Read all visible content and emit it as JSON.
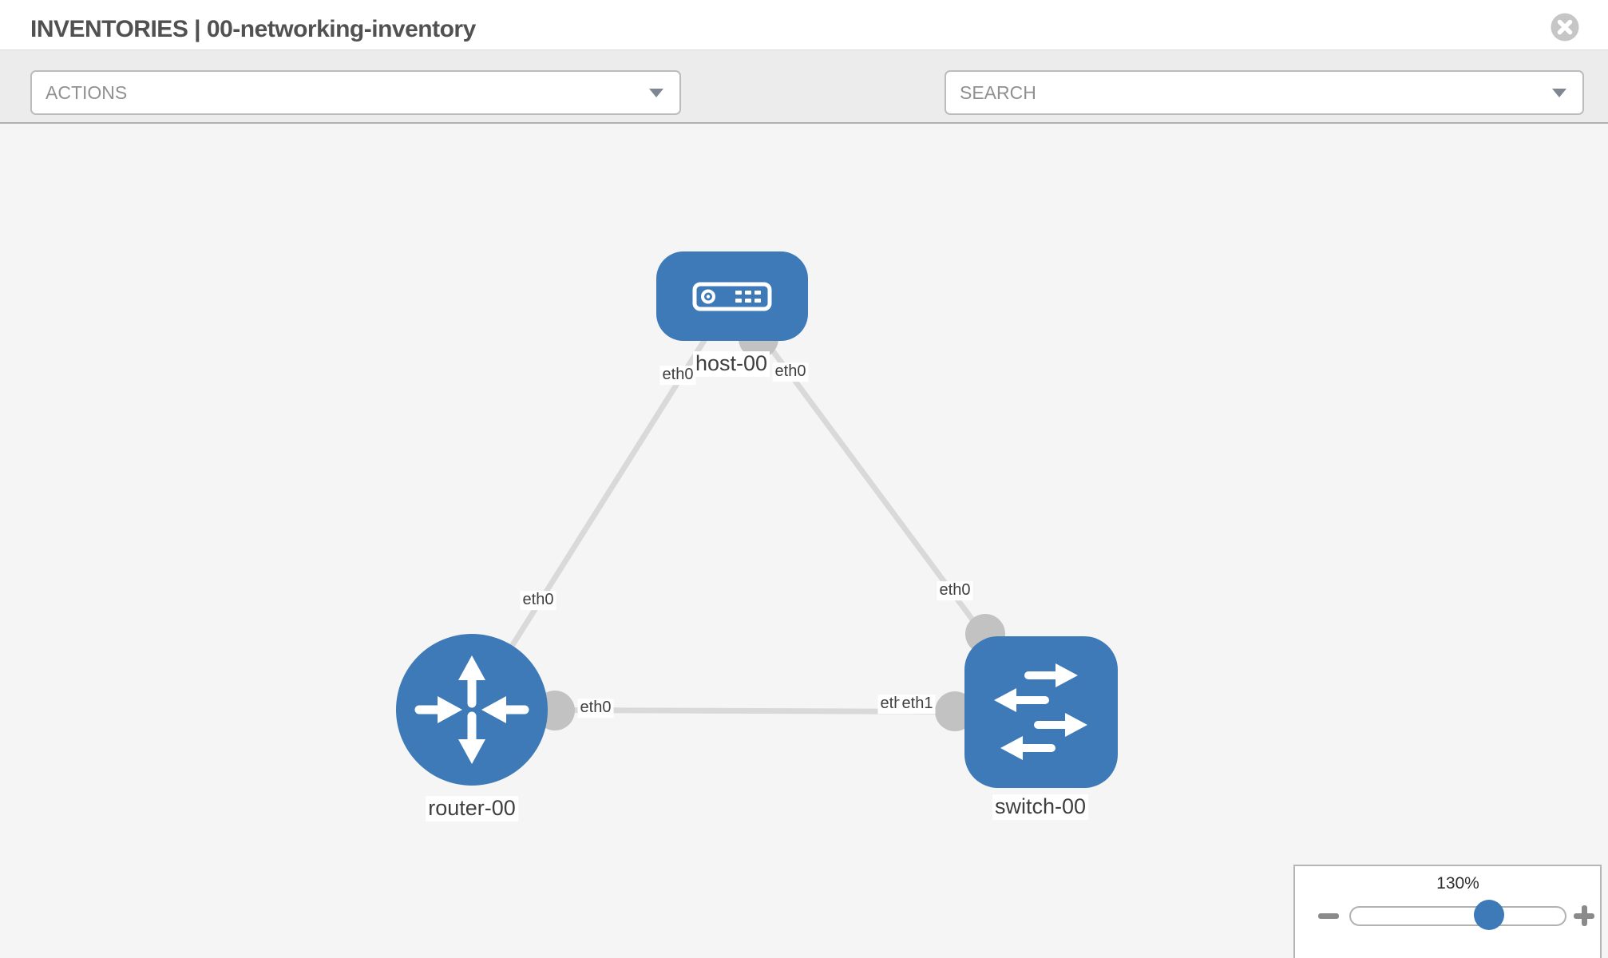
{
  "header": {
    "title": "INVENTORIES | 00-networking-inventory"
  },
  "toolbar": {
    "actions": {
      "label": "ACTIONS"
    },
    "search": {
      "placeholder": "SEARCH"
    },
    "icons": [
      "wrench-icon",
      "key-icon"
    ]
  },
  "topology": {
    "nodes": [
      {
        "id": "host-00",
        "type": "host",
        "label": "host-00"
      },
      {
        "id": "router-00",
        "type": "router",
        "label": "router-00"
      },
      {
        "id": "switch-00",
        "type": "switch",
        "label": "switch-00"
      }
    ],
    "links": [
      {
        "from": "host-00",
        "from_port": "eth0",
        "to": "router-00",
        "to_port": "eth0"
      },
      {
        "from": "host-00",
        "from_port": "eth0",
        "to": "switch-00",
        "to_port": "eth0"
      },
      {
        "from": "router-00",
        "from_port": "eth0",
        "to": "switch-00",
        "to_port": "eth1"
      }
    ],
    "node_labels": {
      "host": "host-00",
      "router": "router-00",
      "switch": "switch-00"
    },
    "port_labels": {
      "host_left": "eth0",
      "host_right": "eth0",
      "link_host_router": "eth0",
      "link_host_switch": "eth0",
      "router_right": "eth0",
      "switch_mid_under": "eth0",
      "switch_mid_over": "eth1"
    }
  },
  "zoom_control": {
    "value": "130%"
  },
  "colors": {
    "node_blue": "#3d7ab7",
    "link_gray": "#d9d9d9",
    "port_gray": "#c2c2c2",
    "toolbar_bg": "#ececec"
  }
}
